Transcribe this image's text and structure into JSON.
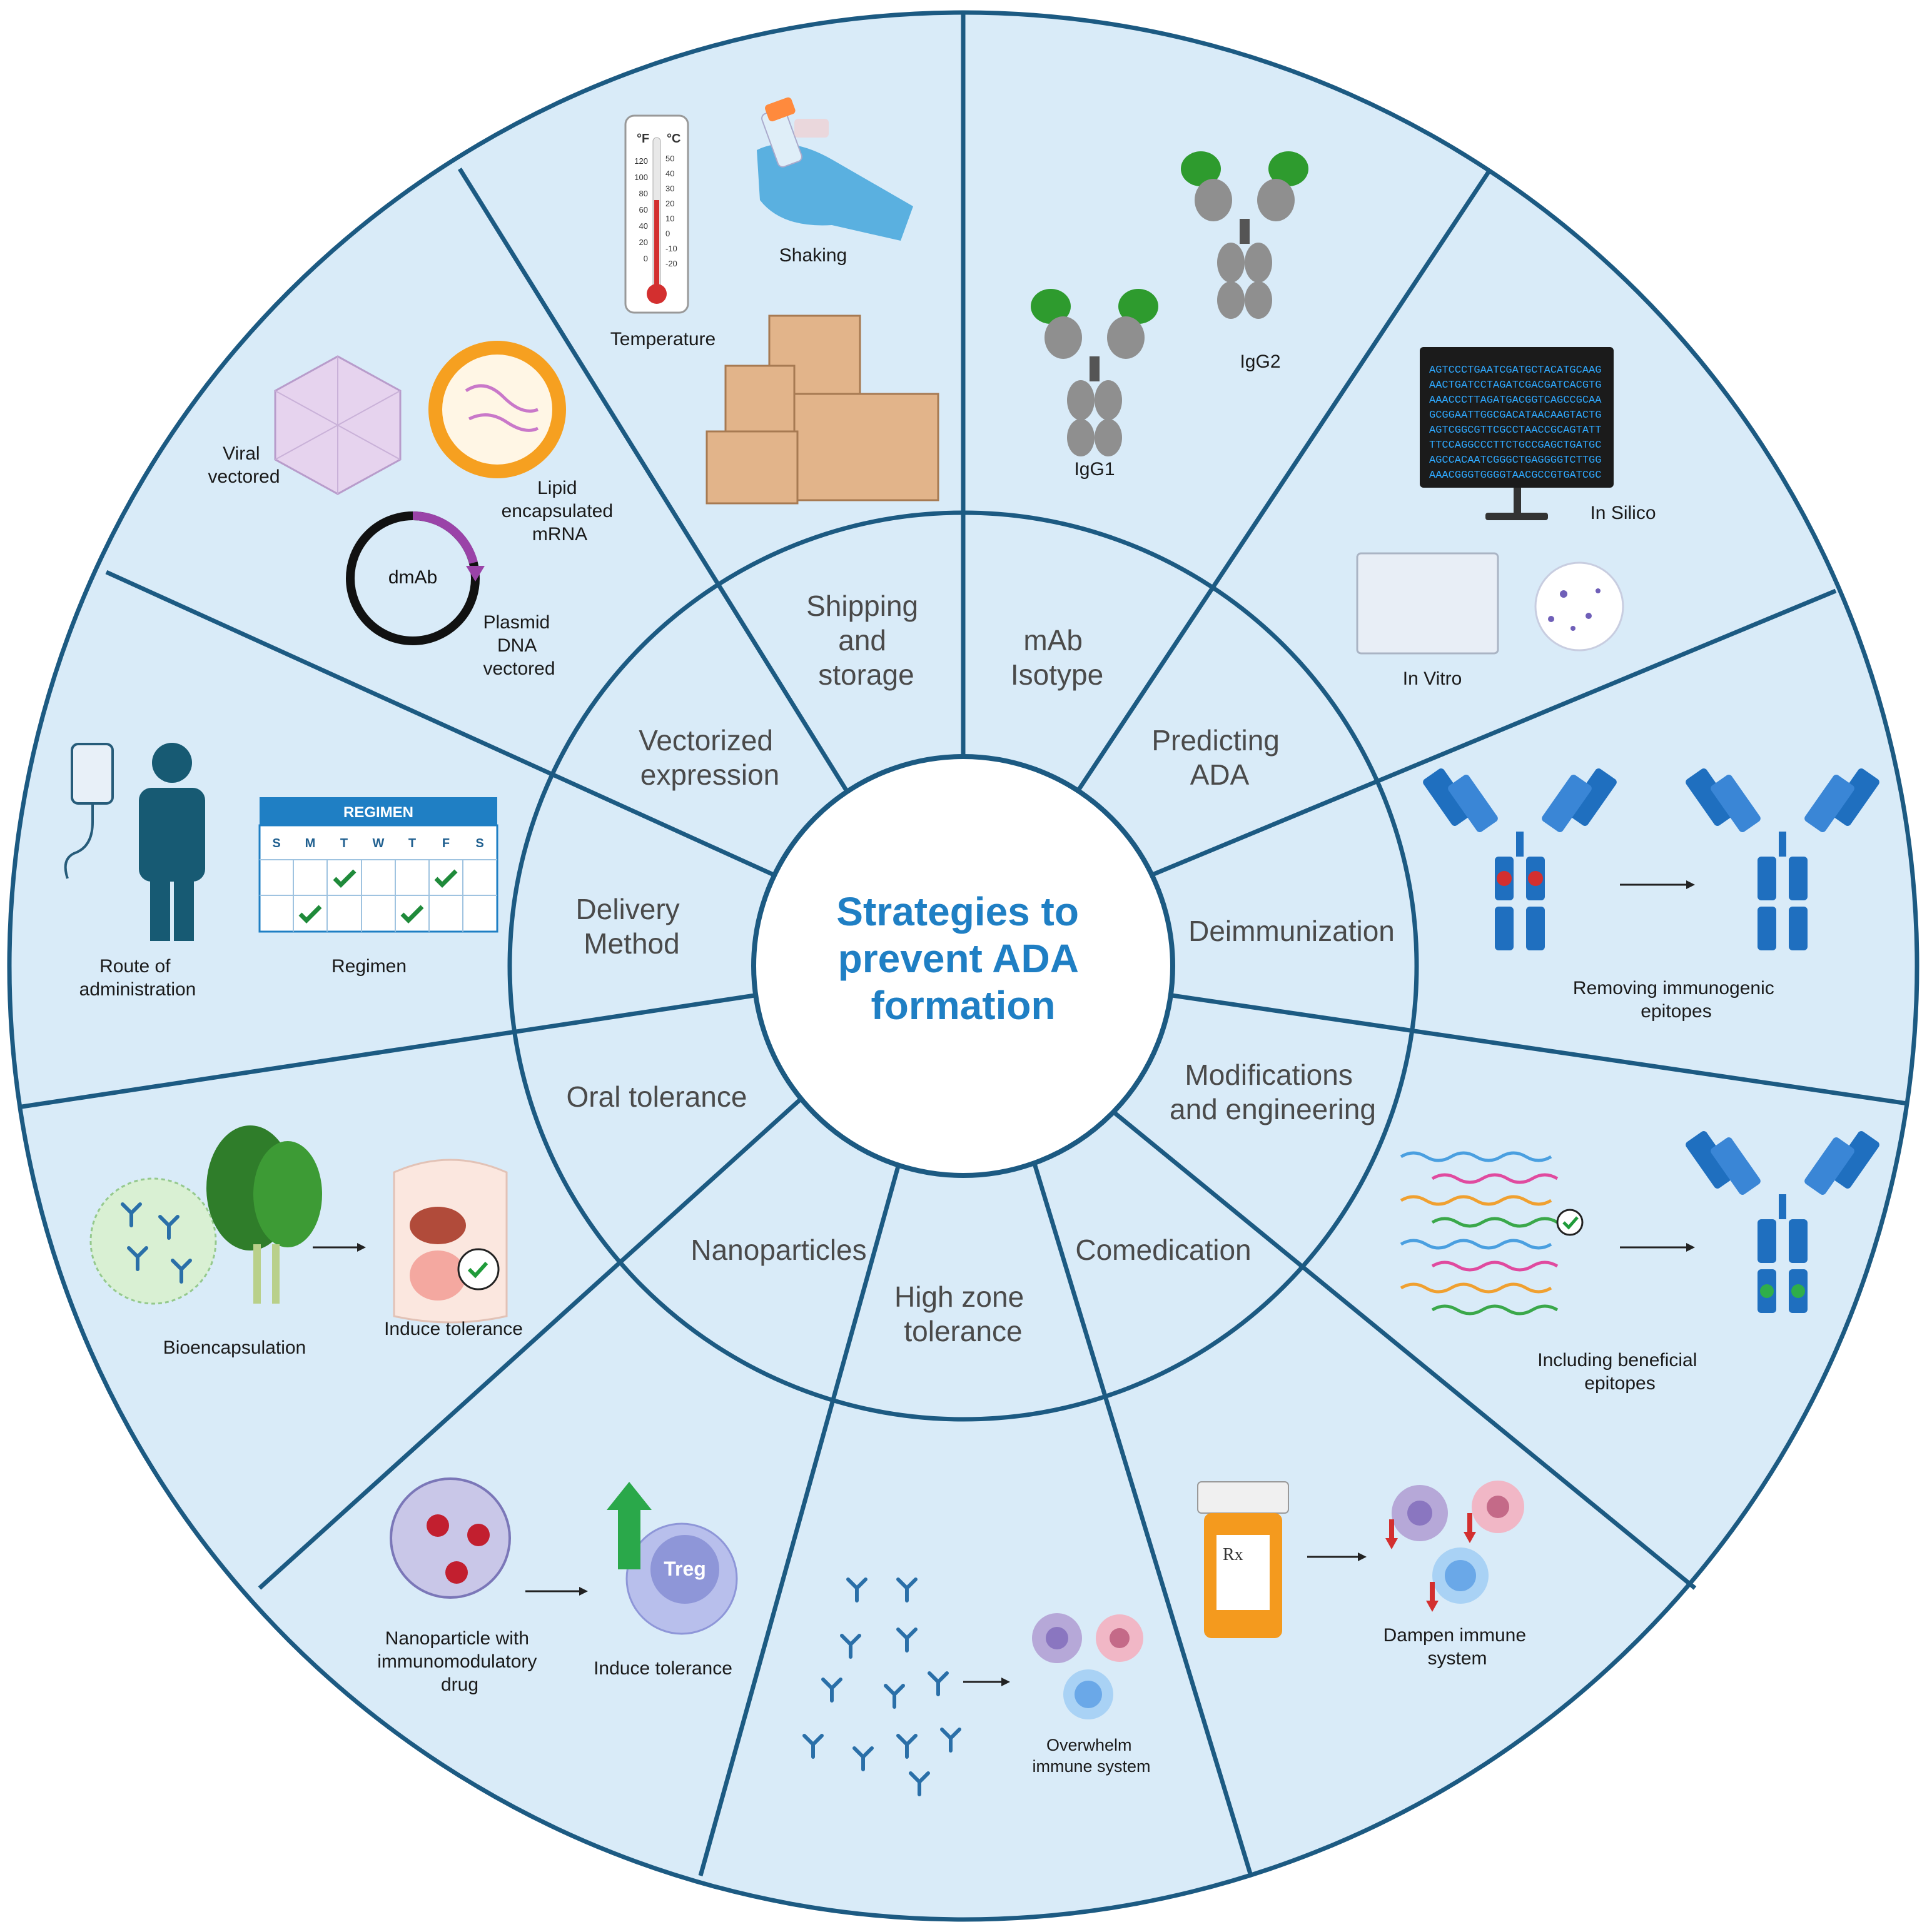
{
  "center": {
    "title_lines": [
      "Strategies to",
      "prevent ADA",
      "formation"
    ]
  },
  "segments": [
    {
      "id": "shipping",
      "label_lines": [
        "Shipping",
        "and",
        "storage"
      ],
      "captions": [
        "Temperature",
        "Shaking"
      ]
    },
    {
      "id": "isotype",
      "label_lines": [
        "mAb",
        "Isotype"
      ],
      "captions": [
        "IgG1",
        "IgG2"
      ]
    },
    {
      "id": "predicting",
      "label_lines": [
        "Predicting",
        "ADA"
      ],
      "captions": [
        "In Silico",
        "In Vitro"
      ]
    },
    {
      "id": "deimmunization",
      "label_lines": [
        "Deimmunization"
      ],
      "captions": [
        "Removing immunogenic",
        "epitopes"
      ]
    },
    {
      "id": "modifications",
      "label_lines": [
        "Modifications",
        "and engineering"
      ],
      "captions": [
        "Including beneficial",
        "epitopes"
      ]
    },
    {
      "id": "comedication",
      "label_lines": [
        "Comedication"
      ],
      "captions": [
        "Dampen immune",
        "system"
      ]
    },
    {
      "id": "highzone",
      "label_lines": [
        "High zone",
        "tolerance"
      ],
      "captions": [
        "Overwhelm",
        "immune system"
      ]
    },
    {
      "id": "nanoparticles",
      "label_lines": [
        "Nanoparticles"
      ],
      "captions": [
        "Nanoparticle with",
        "immunomodulatory",
        "drug",
        "Induce tolerance"
      ]
    },
    {
      "id": "oral",
      "label_lines": [
        "Oral tolerance"
      ],
      "captions": [
        "Bioencapsulation",
        "Induce tolerance"
      ]
    },
    {
      "id": "delivery",
      "label_lines": [
        "Delivery",
        "Method"
      ],
      "captions": [
        "Route of",
        "administration",
        "Regimen"
      ]
    },
    {
      "id": "vectorized",
      "label_lines": [
        "Vectorized",
        "expression"
      ],
      "captions": [
        "Viral",
        "vectored",
        "Lipid",
        "encapsulated",
        "mRNA",
        "Plasmid",
        "DNA",
        "vectored",
        "dmAb"
      ]
    }
  ],
  "thermometer": {
    "f_label": "°F",
    "c_label": "°C",
    "f_ticks": [
      "120",
      "100",
      "80",
      "60",
      "40",
      "20",
      "0"
    ],
    "c_ticks": [
      "50",
      "40",
      "30",
      "20",
      "10",
      "0",
      "-10",
      "-20"
    ]
  },
  "regimen_calendar": {
    "header": "REGIMEN",
    "days": [
      "S",
      "M",
      "T",
      "W",
      "T",
      "F",
      "S"
    ]
  },
  "dna_sequences": [
    "AGTCCCTGAATCGATGCTACATGCAAG",
    "AACTGATCCTAGATCGACGATCACGTG",
    "AAACCCTTAGATGACGGTCAGCCGCAA",
    "GCGGAATTGGCGACATAACAAGTACTG",
    "AGTCGGCGTTCGCCTAACCGCAGTATT",
    "TTCCAGGCCCTTCTGCCGAGCTGATGC",
    "AGCCACAATCGGGCTGAGGGGTCTTGG",
    "AAACGGGTGGGGTAACGCCGTGATCGC"
  ],
  "treg_label": "Treg",
  "rx_label": "Rx",
  "colors": {
    "ring_stroke": "#1c5a82",
    "segment_fill": "#d9ebf8",
    "center_fill": "#ffffff",
    "title": "#1f7fc4",
    "green": "#1f9b3a",
    "red": "#d32f2f"
  }
}
